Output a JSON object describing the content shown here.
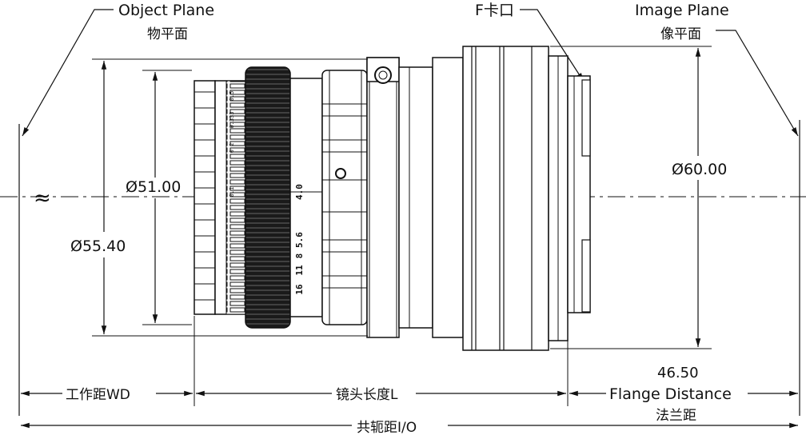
{
  "labels": {
    "object_plane_en": "Object Plane",
    "object_plane_cn": "物平面",
    "f_mount": "F卡口",
    "image_plane_en": "Image Plane",
    "image_plane_cn": "像平面",
    "dia_51": "Ø51.00",
    "dia_55": "Ø55.40",
    "dia_60": "Ø60.00",
    "approx": "≈",
    "wd": "工作距WD",
    "lens_length": "镜头长度L",
    "flange_value": "46.50",
    "flange_en": "Flange Distance",
    "flange_cn": "法兰距",
    "io": "共轭距I/O"
  },
  "scale_marks": {
    "aperture": [
      "4.0",
      "5.6",
      "8",
      "11",
      "16"
    ],
    "focus_small": [
      "0.5",
      "0.333",
      "0.2",
      "0.1"
    ]
  }
}
